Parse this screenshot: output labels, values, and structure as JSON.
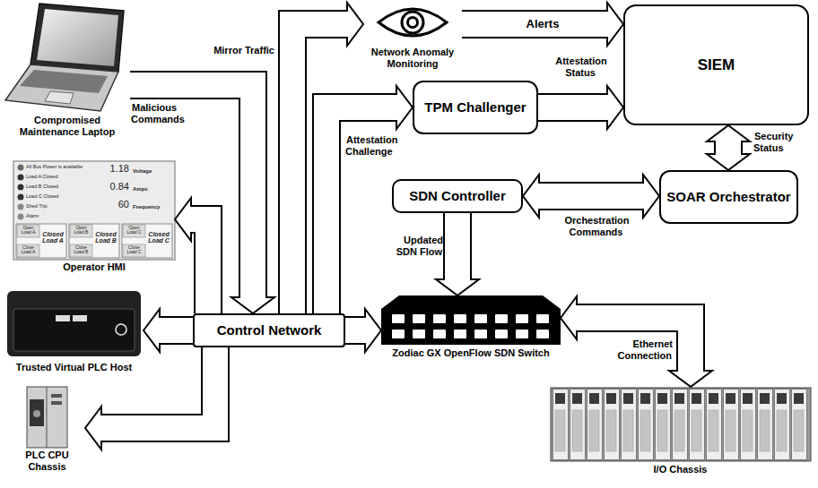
{
  "diagram": {
    "nodes": [
      {
        "text": [
          "Compromised Maintenance Laptop"
        ]
      },
      {
        "text": [
          "Operator HMI"
        ]
      },
      {
        "text": [
          "Trusted Virtual PLC Host"
        ]
      },
      {
        "text": [
          "PLC CPU Chassis"
        ]
      },
      {
        "text": [
          "Control Network"
        ]
      },
      {
        "text": [
          "Network Anomaly Monitoring"
        ]
      },
      {
        "text": [
          "TPM Challenger"
        ]
      },
      {
        "text": [
          "SIEM"
        ]
      },
      {
        "text": [
          "SDN Controller"
        ]
      },
      {
        "text": [
          "SOAR Orchestrator"
        ]
      },
      {
        "text": [
          "Zodiac GX OpenFlow SDN Switch"
        ]
      },
      {
        "text": [
          "I/O Chassis"
        ]
      }
    ],
    "edges": [
      {
        "from": 0,
        "to": 4,
        "arrow": "to",
        "label": "Malicious Commands"
      },
      {
        "from": 4,
        "to": 1,
        "arrow": "to"
      },
      {
        "from": 4,
        "to": 2,
        "arrow": "to"
      },
      {
        "from": 4,
        "to": 3,
        "arrow": "to"
      },
      {
        "from": 4,
        "to": 10,
        "arrow": "to"
      },
      {
        "from": 4,
        "to": 5,
        "arrow": "to",
        "label": "Mirror Traffic"
      },
      {
        "from": 4,
        "to": 6,
        "arrow": "to",
        "label": "Attestation Challenge"
      },
      {
        "from": 5,
        "to": 7,
        "arrow": "to",
        "label": "Alerts"
      },
      {
        "from": 6,
        "to": 7,
        "arrow": "to",
        "label": "Attestation Status"
      },
      {
        "from": 9,
        "to": 8,
        "arrow": "both",
        "label": "Orchestration Commands"
      },
      {
        "from": 7,
        "to": 9,
        "arrow": "both",
        "label": "Security Status"
      },
      {
        "from": 8,
        "to": 10,
        "arrow": "to",
        "label": "Updated SDN Flow"
      },
      {
        "from": 10,
        "to": 11,
        "arrow": "both",
        "label": "Ethernet Connection"
      }
    ],
    "labels": [
      "All Bus Power is available",
      "Load A Closed",
      "Load B Closed",
      "Load C Closed",
      "Shed Trip",
      "Alarm",
      "1.18",
      "Voltage",
      "0.84",
      "Amps",
      "60",
      "Frequency",
      "Open Load A",
      "Closed Load A",
      "Close Load A",
      "Open Load B",
      "Closed Load B",
      "Close Load B",
      "Open Load C",
      "Closed Load C",
      "Close Load C"
    ]
  }
}
